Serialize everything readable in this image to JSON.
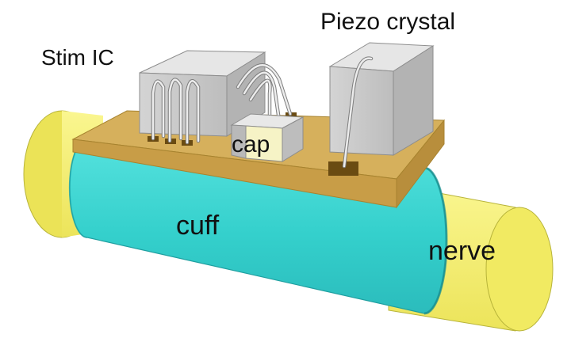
{
  "labels": {
    "stim_ic": "Stim IC",
    "piezo_crystal": "Piezo crystal",
    "cap": "cap",
    "cuff": "cuff",
    "nerve": "nerve"
  },
  "colors": {
    "nerve": "#f4ef6a",
    "nerve_edge": "#b8b43a",
    "cuff": "#36d3cf",
    "cuff_edge": "#1f9fa0",
    "board": "#d8b25a",
    "board_top": "#cda455",
    "chip": "#c9c9c9",
    "cap": "#f6f3c6",
    "wire": "#e6e6e6",
    "pad": "#6a4b12"
  },
  "icons": [
    "nerve-shape",
    "cuff-shape",
    "board-shape",
    "stim-ic-shape",
    "piezo-crystal-shape",
    "capacitor-shape",
    "bond-wire-shape",
    "bond-pad-shape"
  ]
}
